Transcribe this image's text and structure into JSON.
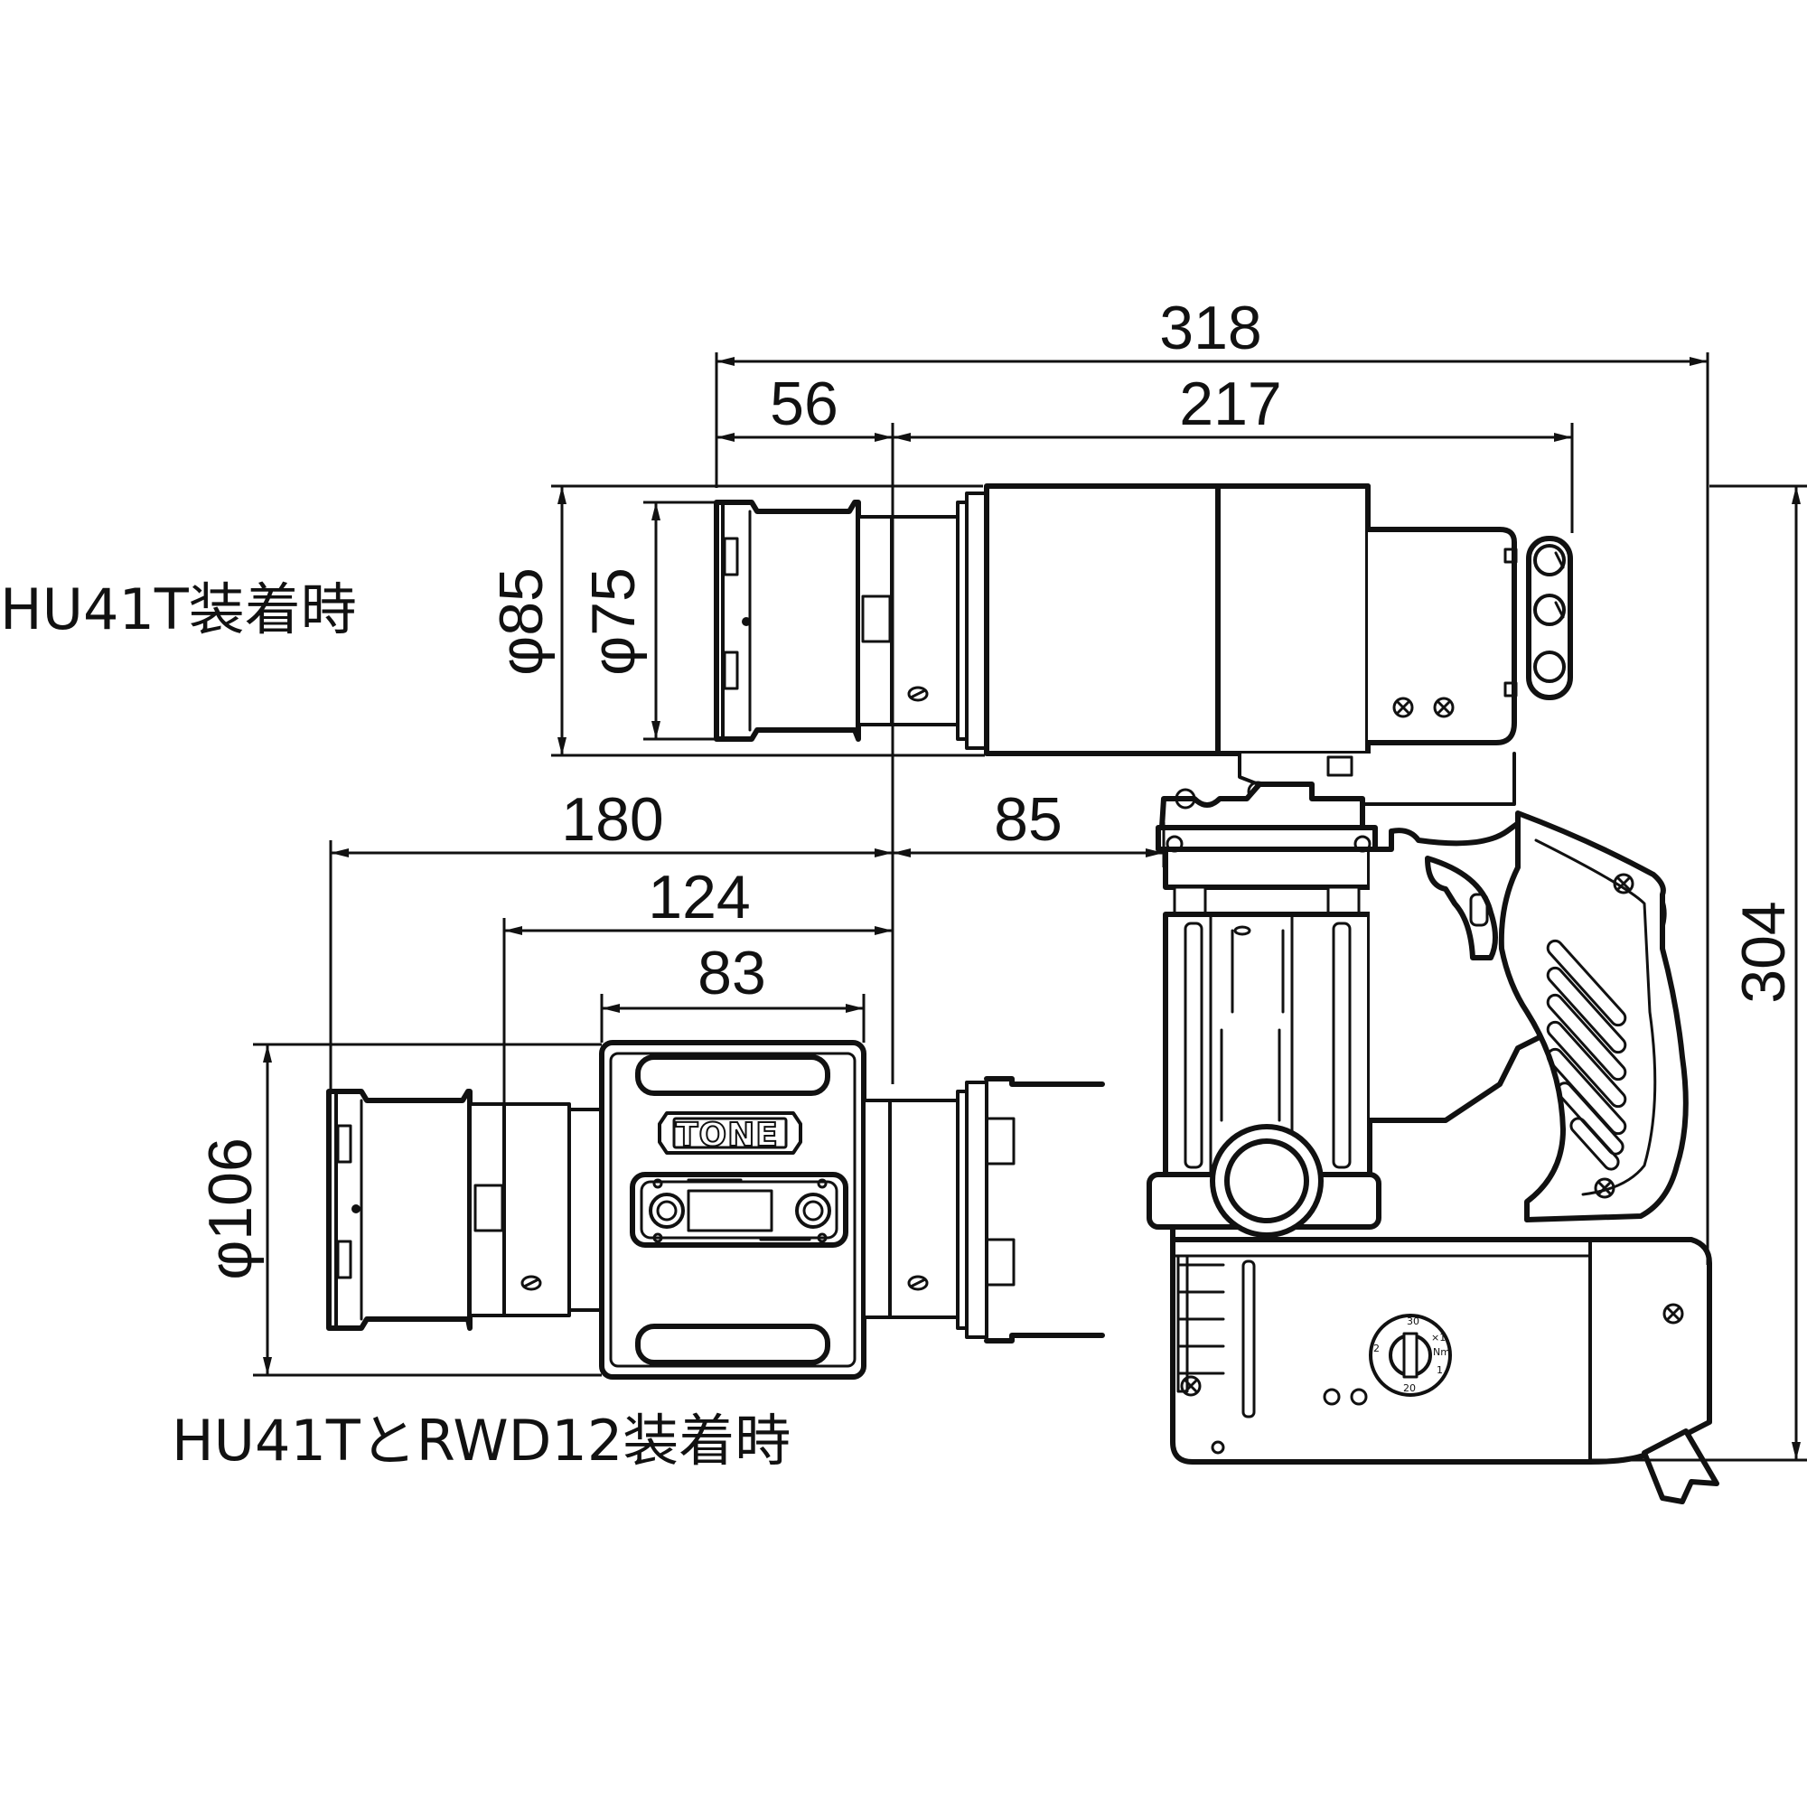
{
  "captions": {
    "top": "HU41T装着時",
    "bottom": "HU41TとRWD12装着時"
  },
  "dimensions": {
    "overall_length": "318",
    "nose_offset": "56",
    "body_length": "217",
    "overall_height": "304",
    "diameter_outer": "φ85",
    "diameter_inner": "φ75",
    "ext_length": "180",
    "ext_mid": "124",
    "ext_box": "83",
    "ext_offset": "85",
    "ext_diameter": "φ106"
  },
  "logo": {
    "brand": "TONE"
  },
  "dial": {
    "marks": [
      "30",
      "×1",
      "Nm",
      "20",
      "2",
      "1"
    ]
  }
}
